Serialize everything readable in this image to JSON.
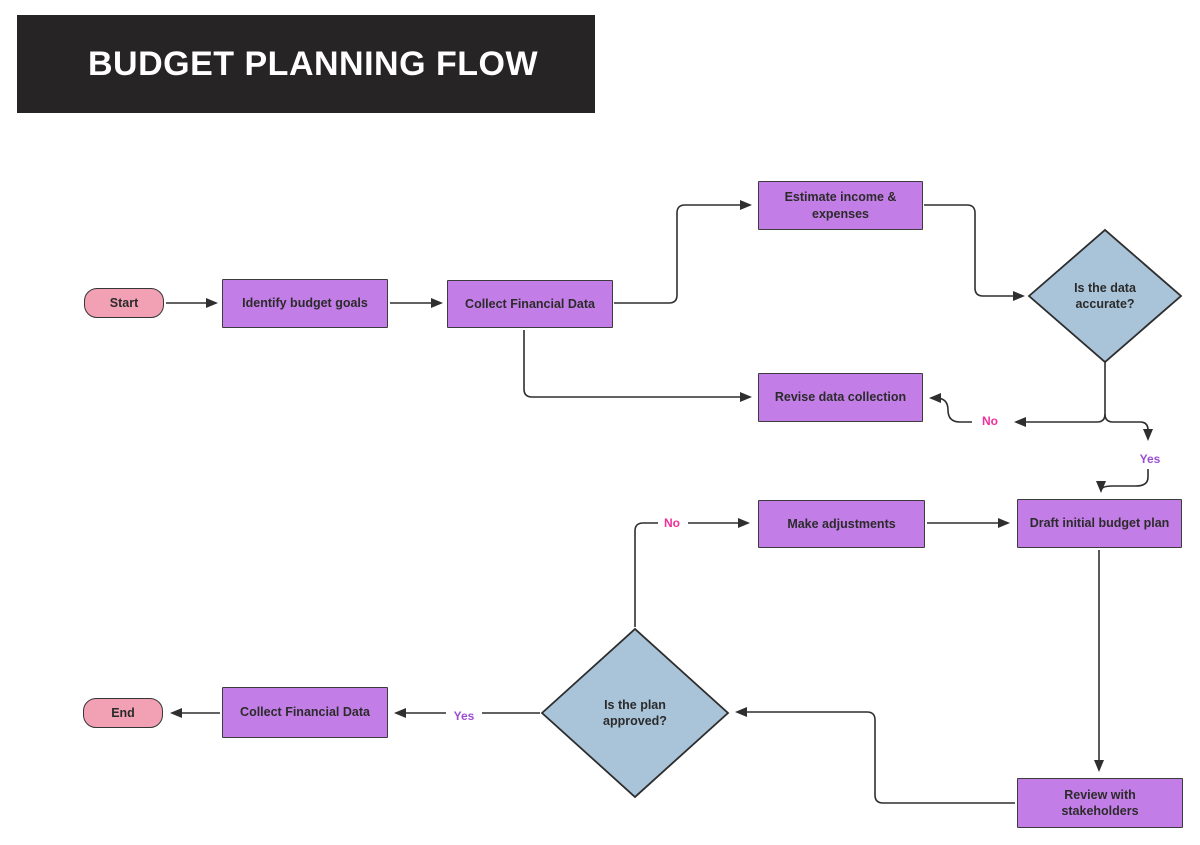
{
  "header": {
    "title": "BUDGET PLANNING FLOW"
  },
  "palette": {
    "header_bg": "#272425",
    "header_text": "#ffffff",
    "canvas_bg": "#ffffff",
    "process_fill": "#C37DE7",
    "process_border": "#3c3c3c",
    "terminal_fill": "#F2A1B5",
    "terminal_border": "#363636",
    "decision_fill": "#A9C3D9",
    "decision_border": "#2d2d2d",
    "connector": "#2f2f2f",
    "node_text": "#2b2b2b",
    "yes_label_color": "#9D4FD3",
    "no_label_color": "#F0309B"
  },
  "nodes": {
    "start": {
      "label": "Start",
      "type": "terminal"
    },
    "identify_goals": {
      "label": "Identify budget goals",
      "type": "process"
    },
    "collect_data": {
      "label": "Collect Financial Data",
      "type": "process"
    },
    "estimate": {
      "label": "Estimate income & expenses",
      "type": "process"
    },
    "revise": {
      "label": "Revise data collection",
      "type": "process"
    },
    "data_accurate": {
      "label": "Is the data accurate?",
      "type": "decision"
    },
    "make_adjustments": {
      "label": "Make adjustments",
      "type": "process"
    },
    "draft_plan": {
      "label": "Draft initial budget plan",
      "type": "process"
    },
    "review": {
      "label": "Review with stakeholders",
      "type": "process"
    },
    "plan_approved": {
      "label": "Is the plan approved?",
      "type": "decision"
    },
    "collect_data_2": {
      "label": "Collect Financial Data",
      "type": "process"
    },
    "end": {
      "label": "End",
      "type": "terminal"
    }
  },
  "edge_labels": {
    "accurate_yes": "Yes",
    "accurate_no": "No",
    "approved_yes": "Yes",
    "approved_no": "No"
  },
  "edges": [
    {
      "from": "start",
      "to": "identify_goals"
    },
    {
      "from": "identify_goals",
      "to": "collect_data"
    },
    {
      "from": "collect_data",
      "to": "estimate"
    },
    {
      "from": "estimate",
      "to": "data_accurate"
    },
    {
      "from": "collect_data",
      "to": "revise"
    },
    {
      "from": "data_accurate",
      "to": "revise",
      "label": "No"
    },
    {
      "from": "data_accurate",
      "to": "draft_plan",
      "label": "Yes"
    },
    {
      "from": "make_adjustments",
      "to": "draft_plan"
    },
    {
      "from": "plan_approved",
      "to": "make_adjustments",
      "label": "No"
    },
    {
      "from": "draft_plan",
      "to": "review"
    },
    {
      "from": "review",
      "to": "plan_approved"
    },
    {
      "from": "plan_approved",
      "to": "collect_data_2",
      "label": "Yes"
    },
    {
      "from": "collect_data_2",
      "to": "end"
    }
  ]
}
